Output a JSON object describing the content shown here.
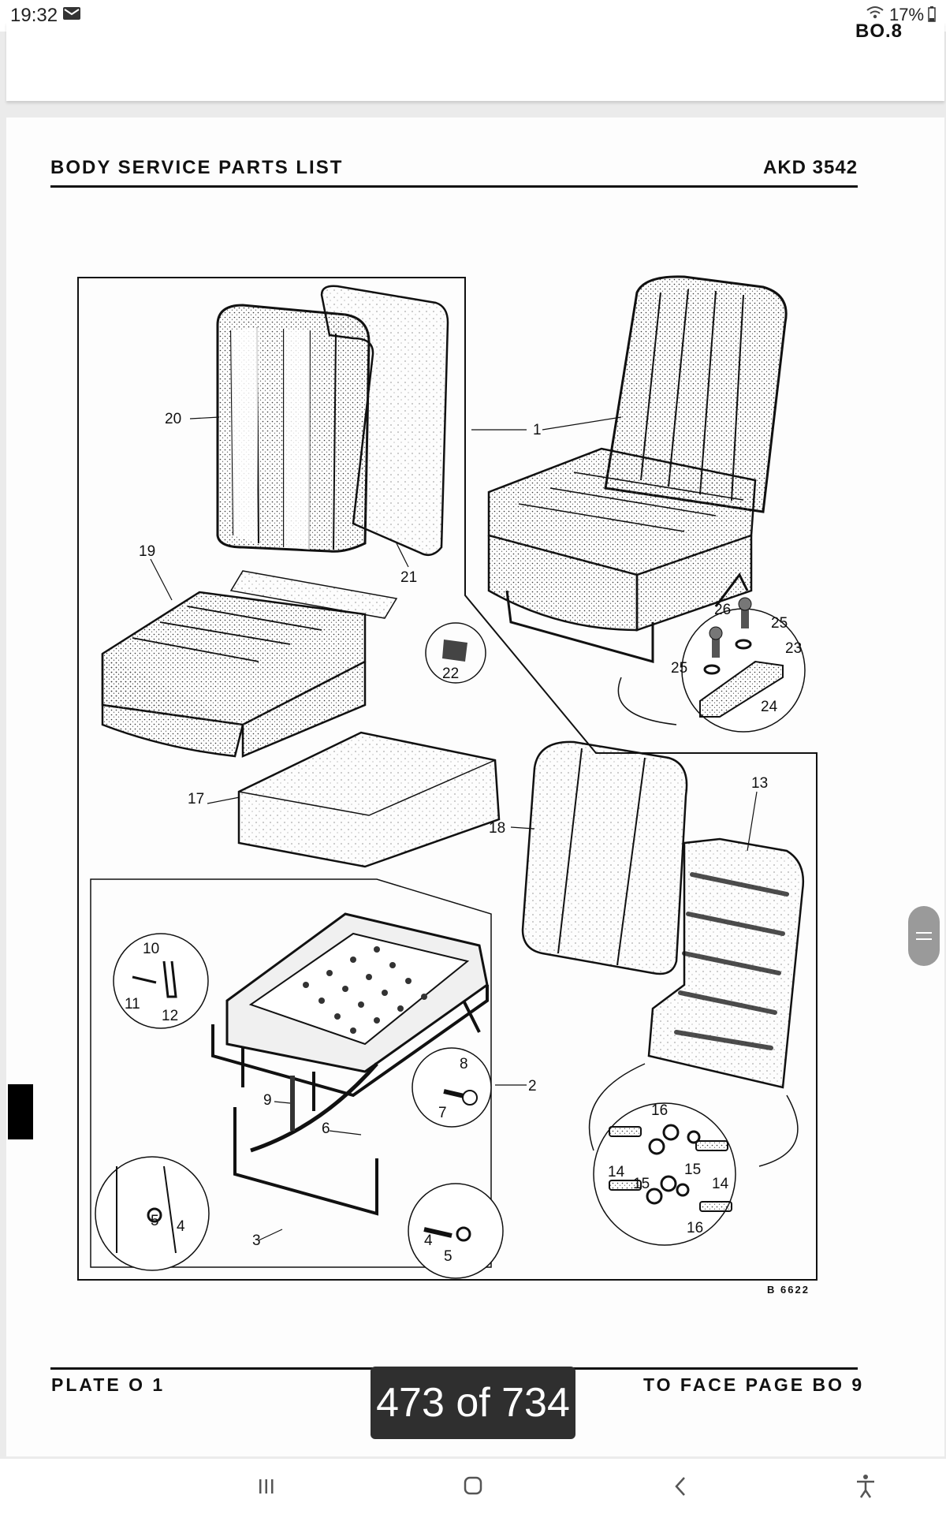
{
  "status_bar": {
    "time": "19:32",
    "battery": "17%"
  },
  "previous_page": {
    "fragment": "BO.8"
  },
  "page": {
    "header_left": "BODY SERVICE PARTS LIST",
    "header_right": "AKD 3542",
    "footer_left": "PLATE O 1",
    "footer_right": "TO FACE PAGE BO 9",
    "figure_ref": "B 6622"
  },
  "callouts": [
    "1",
    "2",
    "3",
    "4",
    "5",
    "6",
    "7",
    "8",
    "9",
    "10",
    "11",
    "12",
    "13",
    "14",
    "15",
    "16",
    "17",
    "18",
    "19",
    "20",
    "21",
    "22",
    "23",
    "24",
    "25",
    "26"
  ],
  "viewer": {
    "page_counter": "473 of 734"
  },
  "nav": {
    "icons": [
      "recent-apps-icon",
      "home-icon",
      "back-icon",
      "accessibility-icon"
    ]
  }
}
